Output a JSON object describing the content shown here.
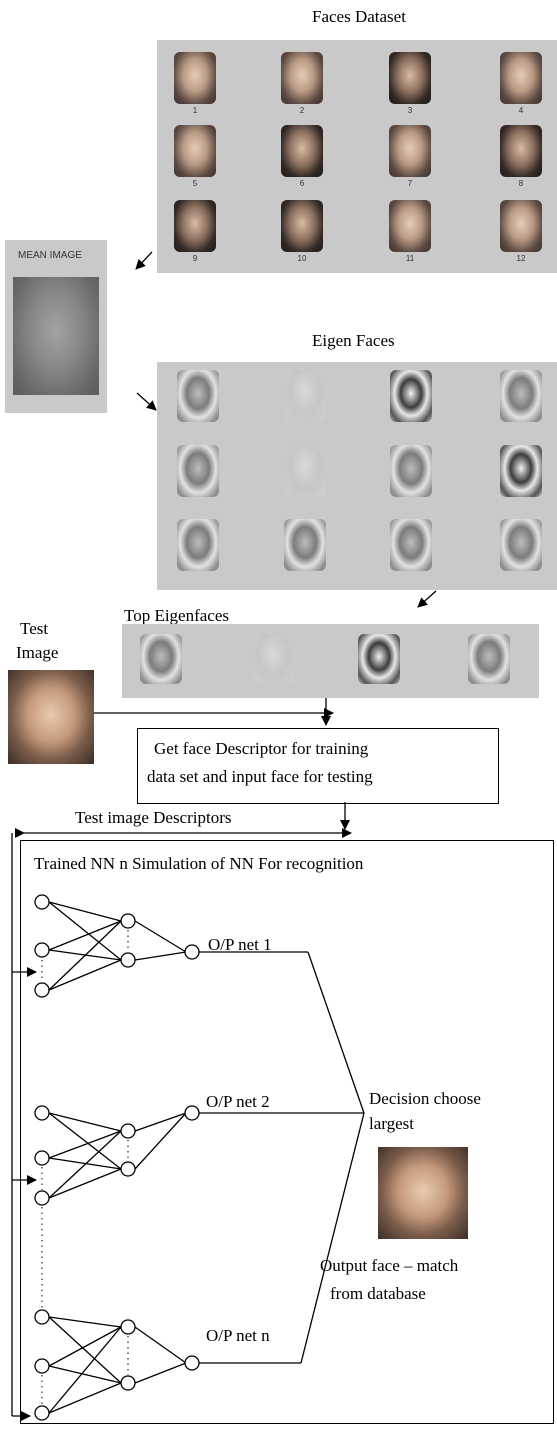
{
  "titles": {
    "faces_dataset": "Faces Dataset",
    "mean_image": "MEAN IMAGE",
    "eigen_faces": "Eigen Faces",
    "top_eigenfaces": "Top Eigenfaces",
    "test_image_line1": "Test",
    "test_image_line2": "Image"
  },
  "face_numbers": [
    "1",
    "2",
    "3",
    "4",
    "5",
    "6",
    "7",
    "8",
    "9",
    "10",
    "11",
    "12"
  ],
  "descriptor_box": {
    "line1": "Get face Descriptor for training",
    "line2": "data set and input face for testing"
  },
  "test_descriptors_label": "Test image Descriptors",
  "nn_box_title": "Trained NN n Simulation of NN For recognition",
  "outputs": [
    "O/P net 1",
    "O/P net 2",
    "O/P net n"
  ],
  "decision": {
    "line1": "Decision choose",
    "line2": "largest"
  },
  "output_face": {
    "line1": "Output face – match",
    "line2": "from database"
  }
}
